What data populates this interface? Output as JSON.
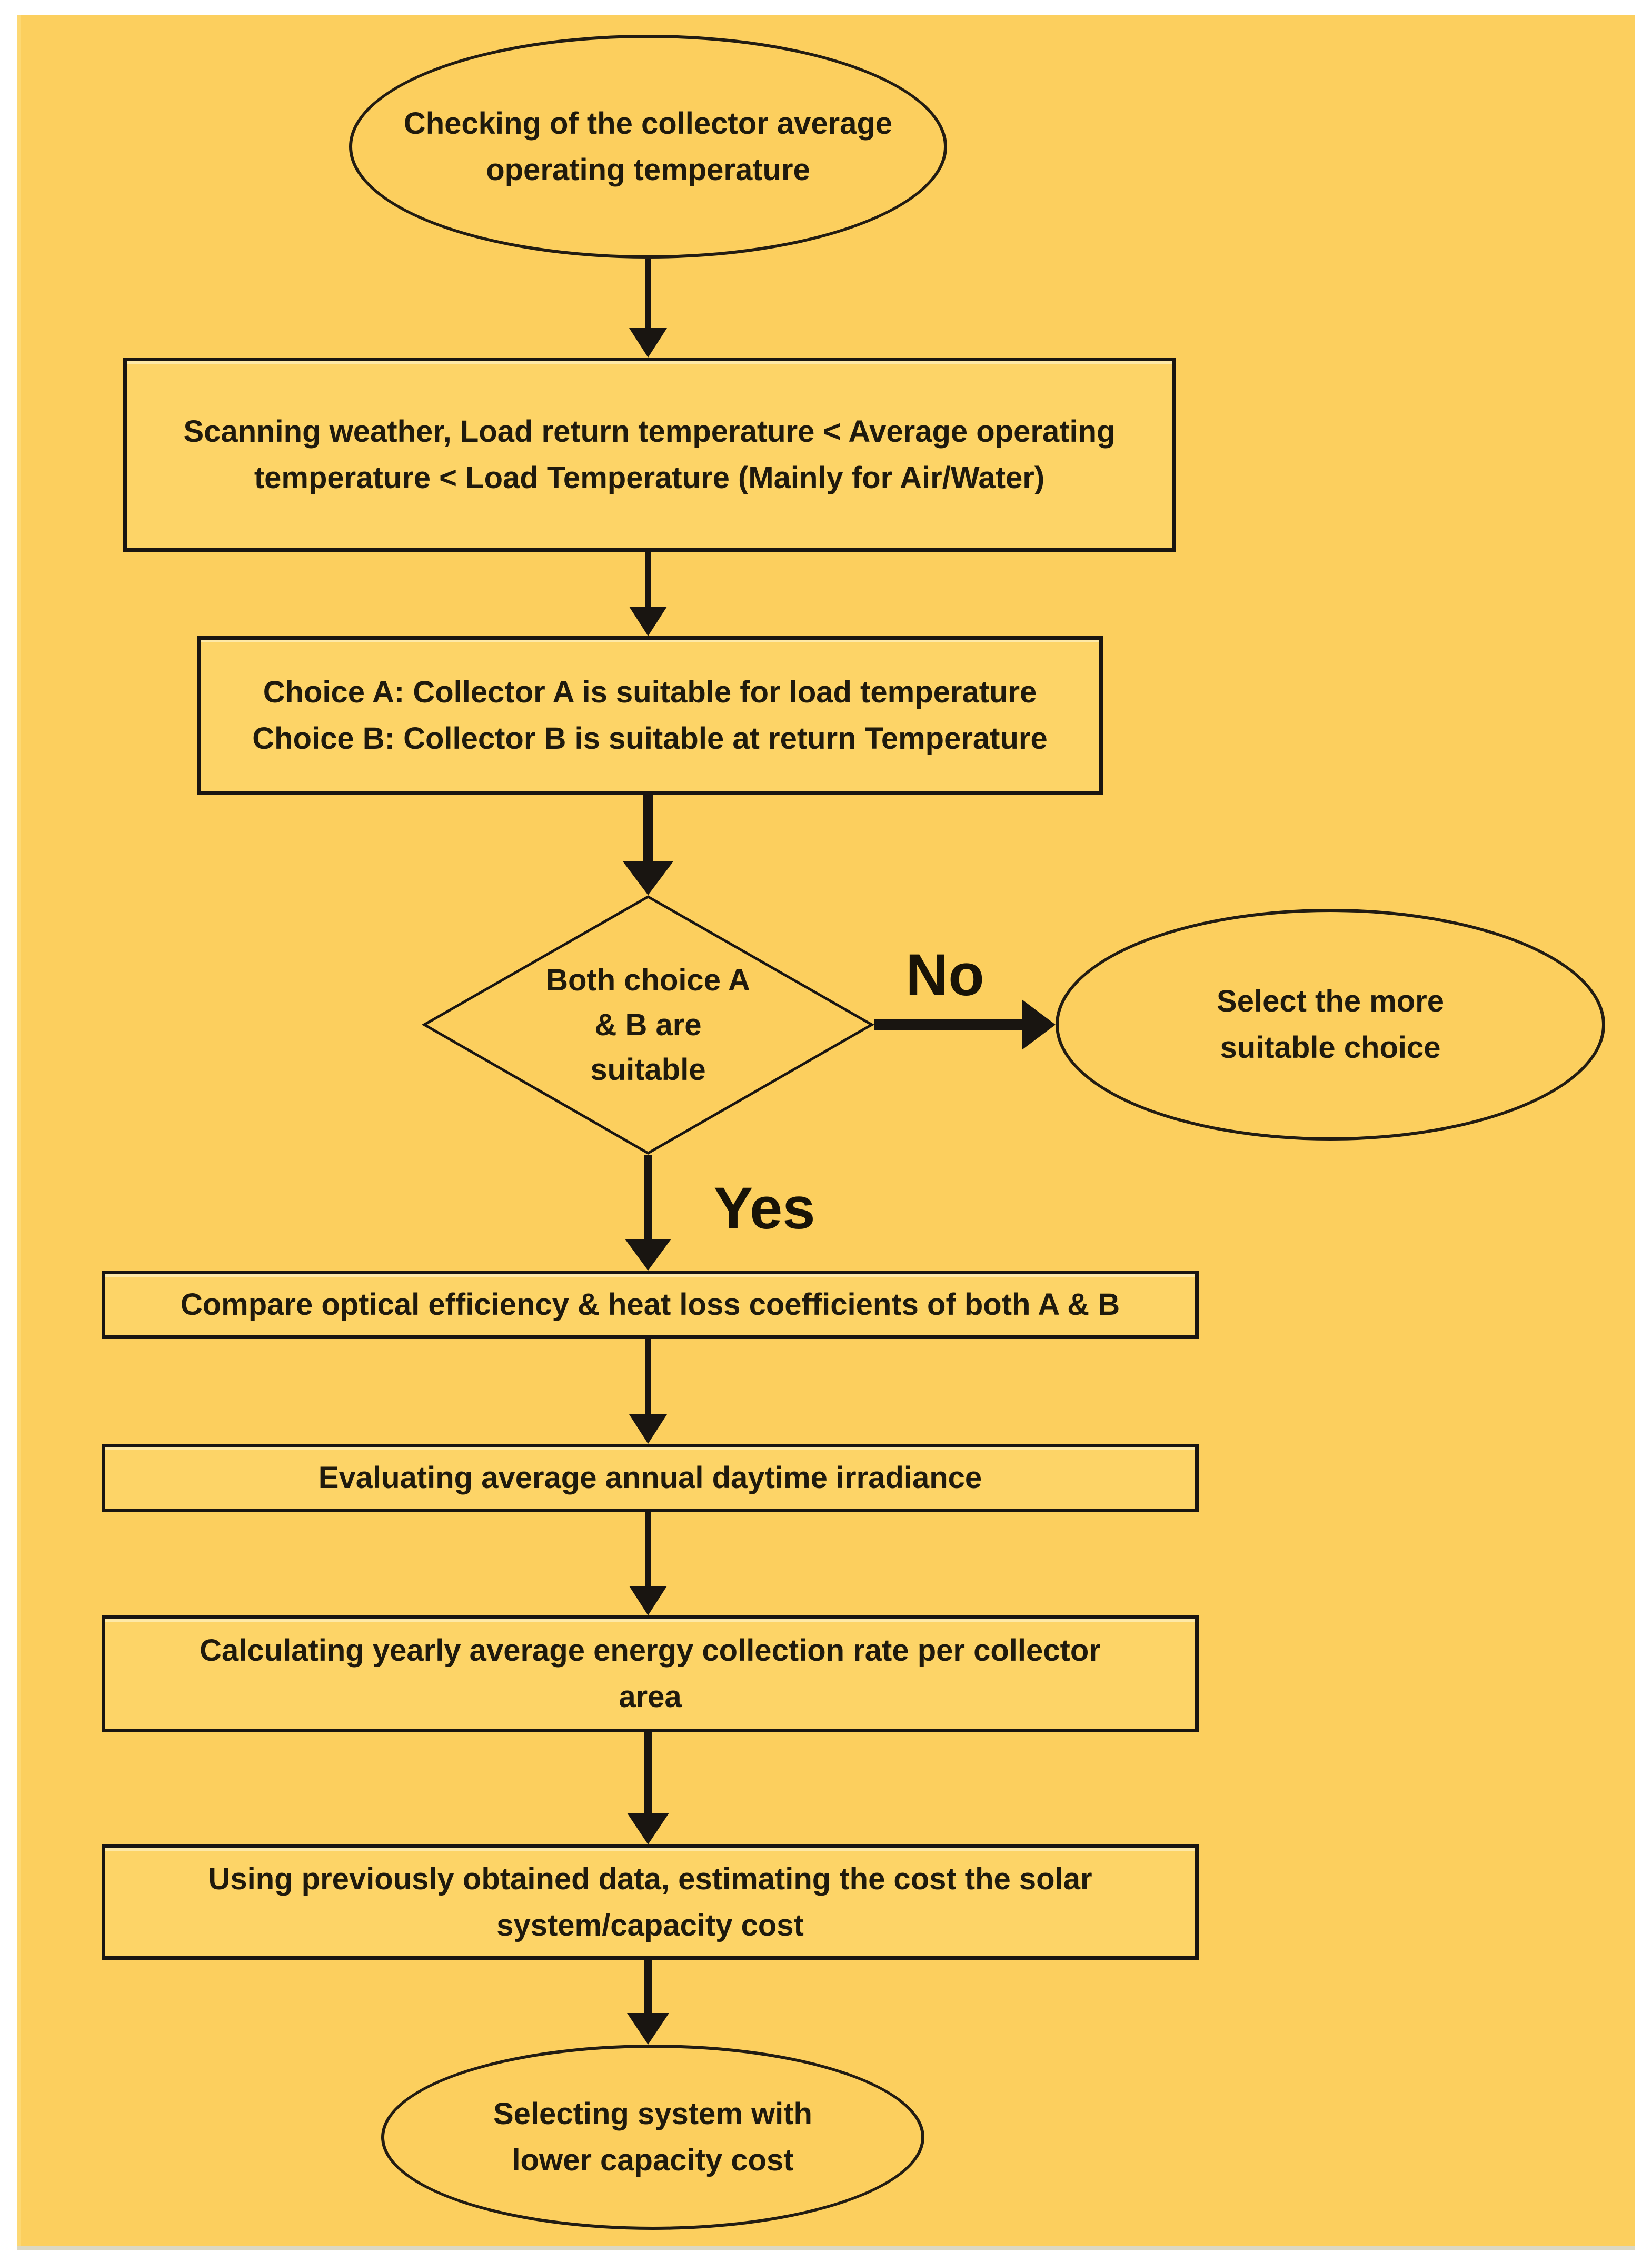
{
  "colors": {
    "page_background": "#ffffff",
    "canvas_background": "#fccf5e",
    "shape_fill": "#fdd467",
    "stroke": "#191511",
    "text": "#1f1a0d"
  },
  "labels": {
    "no": "No",
    "yes": "Yes"
  },
  "nodes": {
    "start": {
      "type": "terminator",
      "text": "Checking of the collector average\noperating temperature"
    },
    "scan": {
      "type": "process",
      "text": "Scanning weather, Load return temperature < Average operating\ntemperature < Load Temperature (Mainly for Air/Water)"
    },
    "choices": {
      "type": "process",
      "text": "Choice A: Collector A is suitable for load temperature\nChoice B: Collector B is suitable at return Temperature"
    },
    "decision": {
      "type": "decision",
      "text": "Both choice A\n& B are\nsuitable"
    },
    "select_suitable": {
      "type": "terminator",
      "text": "Select the more\nsuitable choice"
    },
    "compare": {
      "type": "process",
      "text": "Compare optical efficiency & heat loss coefficients of both A & B"
    },
    "irradiance": {
      "type": "process",
      "text": "Evaluating average annual daytime irradiance"
    },
    "collection_rate": {
      "type": "process",
      "text": "Calculating yearly average energy collection rate per collector\narea"
    },
    "cost": {
      "type": "process",
      "text": "Using previously obtained data, estimating the cost the solar\nsystem/capacity cost"
    },
    "end": {
      "type": "terminator",
      "text": "Selecting system with\nlower capacity cost"
    }
  }
}
